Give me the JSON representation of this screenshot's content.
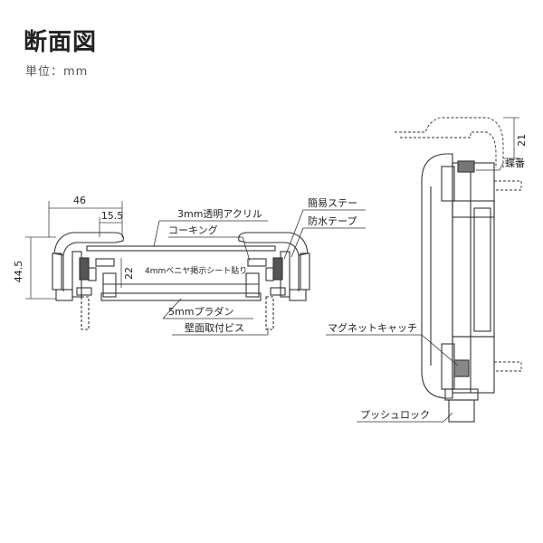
{
  "header": {
    "title": "断面図",
    "unit": "単位：mm"
  },
  "dimensions": {
    "width": "46",
    "inner_width": "15.5",
    "height": "44.5",
    "depth": "22",
    "top_offset": "21"
  },
  "labels": {
    "acrylic": "3mm透明アクリル",
    "stay": "簡易ステー",
    "waterproof_tape": "防水テープ",
    "caulking": "コーキング",
    "veneer": "4mmベニヤ掲示シート貼り",
    "plastic_board": "5mmプラダン",
    "wall_screw": "壁面取付ビス",
    "hinge": "蝶番",
    "magnet_catch": "マグネットキャッチ",
    "push_lock": "プッシュロック"
  }
}
